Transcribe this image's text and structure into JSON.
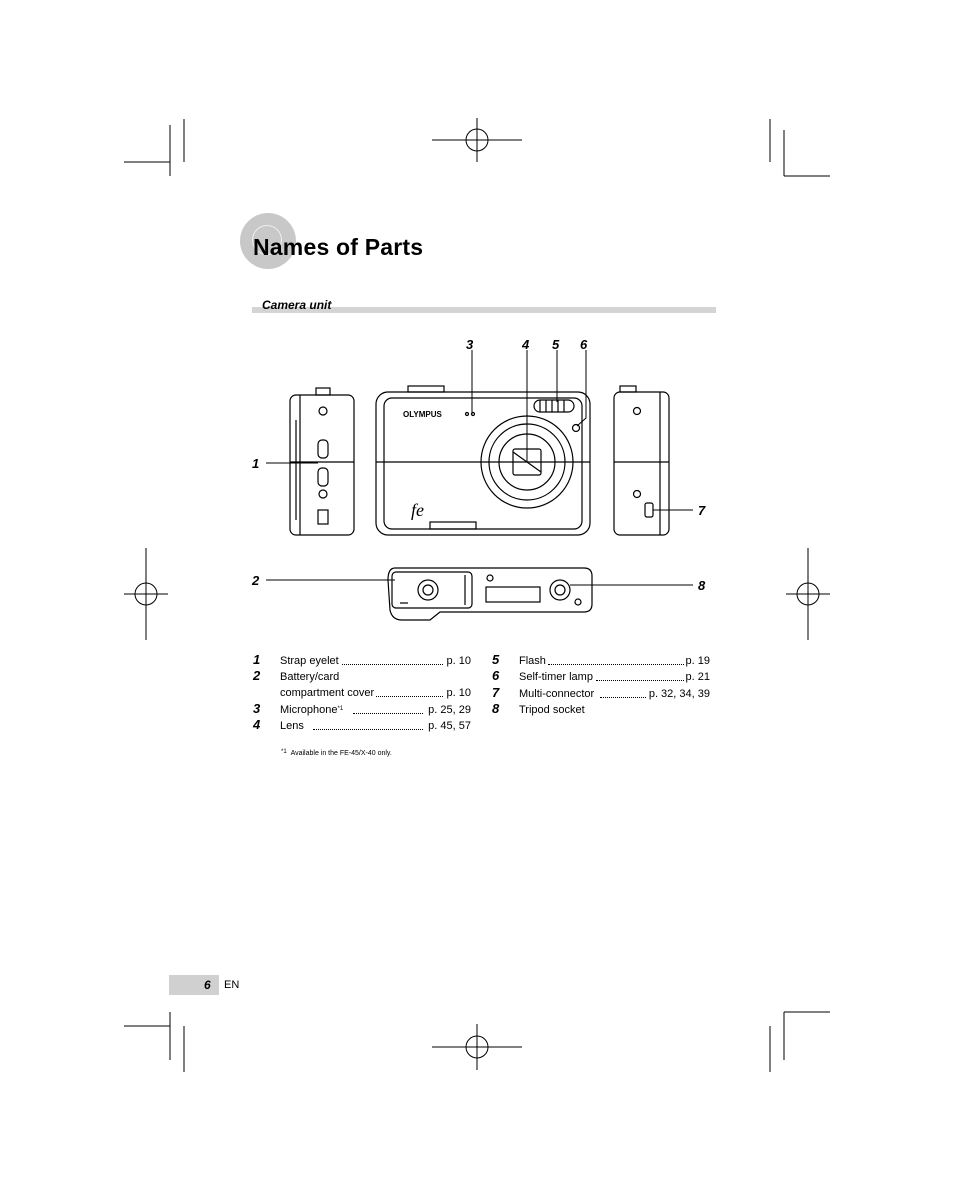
{
  "page": {
    "title": "Names of Parts",
    "section": "Camera unit",
    "page_number": "6",
    "language": "EN"
  },
  "figure": {
    "brand": "OLYMPUS",
    "model_mark": "fe",
    "callouts": [
      "1",
      "2",
      "3",
      "4",
      "5",
      "6",
      "7",
      "8"
    ]
  },
  "parts": [
    {
      "num": "1",
      "label": "Strap eyelet",
      "page": "p. 10"
    },
    {
      "num": "2",
      "label": "Battery/card",
      "label2": "compartment cover",
      "page": "p. 10"
    },
    {
      "num": "3",
      "label": "Microphone",
      "sup": "*1",
      "page": "p. 25, 29"
    },
    {
      "num": "4",
      "label": "Lens",
      "page": "p. 45, 57"
    },
    {
      "num": "5",
      "label": "Flash",
      "page": "p. 19"
    },
    {
      "num": "6",
      "label": "Self-timer lamp",
      "page": "p. 21"
    },
    {
      "num": "7",
      "label": "Multi-connector",
      "page": "p. 32, 34, 39"
    },
    {
      "num": "8",
      "label": "Tripod socket",
      "page": ""
    }
  ],
  "footnote": {
    "mark": "*1",
    "text": "Available in the FE-45/X-40 only."
  }
}
